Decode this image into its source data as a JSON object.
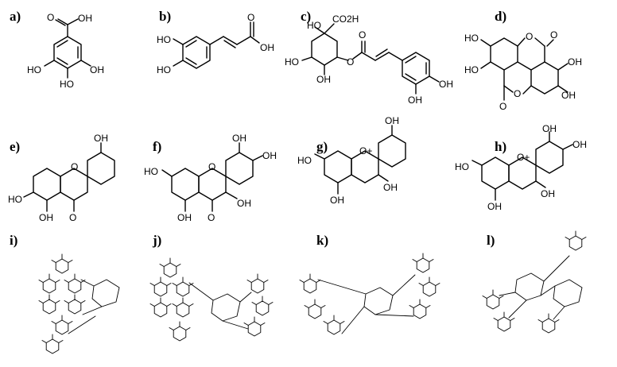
{
  "figure": {
    "panels": [
      {
        "letter": "a)",
        "atoms": [
          "HO",
          "HO",
          "OH",
          "OH",
          "O"
        ]
      },
      {
        "letter": "b)",
        "atoms": [
          "HO",
          "HO",
          "OH",
          "O"
        ]
      },
      {
        "letter": "c)",
        "atoms": [
          "HO",
          "CO2H",
          "HO",
          "OH",
          "O",
          "O",
          "OH",
          "OH"
        ]
      },
      {
        "letter": "d)",
        "atoms": [
          "HO",
          "HO",
          "OH",
          "OH",
          "O",
          "O",
          "O",
          "O"
        ]
      },
      {
        "letter": "e)",
        "atoms": [
          "HO",
          "OH",
          "O",
          "OH",
          "O"
        ]
      },
      {
        "letter": "f)",
        "atoms": [
          "HO",
          "OH",
          "OH",
          "O",
          "OH",
          "OH",
          "O"
        ]
      },
      {
        "letter": "g)",
        "atoms": [
          "HO",
          "O+",
          "OH",
          "OH",
          "OH"
        ]
      },
      {
        "letter": "h)",
        "atoms": [
          "HO",
          "O+",
          "OH",
          "OH",
          "OH",
          "OH"
        ]
      },
      {
        "letter": "i)"
      },
      {
        "letter": "j)"
      },
      {
        "letter": "k)"
      },
      {
        "letter": "l)"
      }
    ]
  }
}
